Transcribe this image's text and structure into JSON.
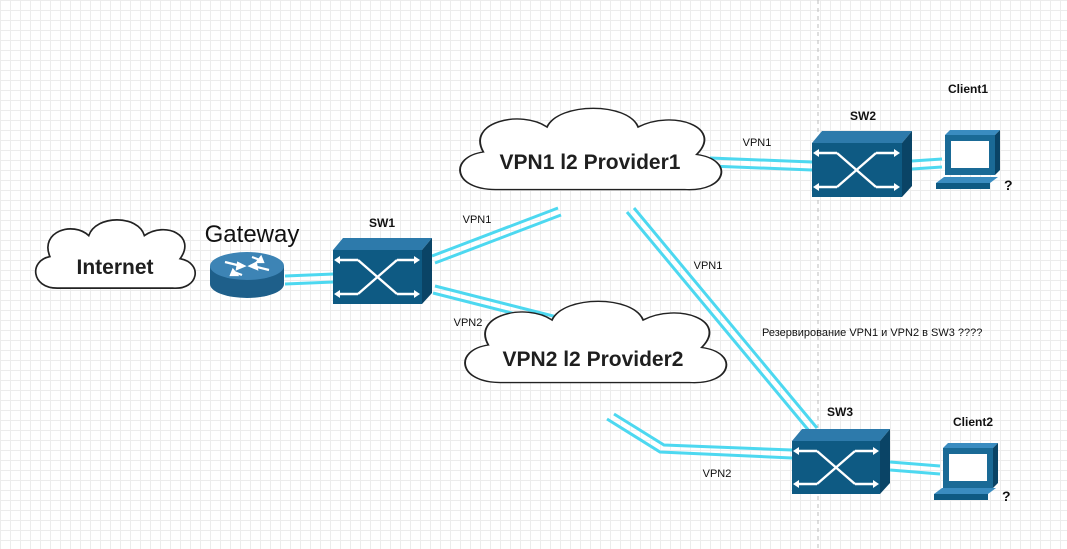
{
  "diagram": {
    "clouds": {
      "internet": "Internet",
      "vpn1_provider": "VPN1 l2 Provider1",
      "vpn2_provider": "VPN2 l2 Provider2"
    },
    "gateway_label": "Gateway",
    "switches": {
      "sw1": "SW1",
      "sw2": "SW2",
      "sw3": "SW3"
    },
    "clients": {
      "client1": "Client1",
      "client2": "Client2"
    },
    "links": {
      "sw1_vpn1": "VPN1",
      "sw1_vpn2": "VPN2",
      "vpn1_sw2": "VPN1",
      "vpn1_sw3": "VPN1",
      "vpn2_sw3": "VPN2"
    },
    "annotation": "Резервирование VPN1 и VPN2 в SW3  ????",
    "colors": {
      "link": "#4dd8f0",
      "device": "#0e5a83",
      "device_dark": "#0a4466",
      "router": "#2b6f9c",
      "computer": "#1a6a96"
    },
    "icons": [
      "cloud-icon",
      "router-icon",
      "switch-icon",
      "computer-icon"
    ]
  }
}
